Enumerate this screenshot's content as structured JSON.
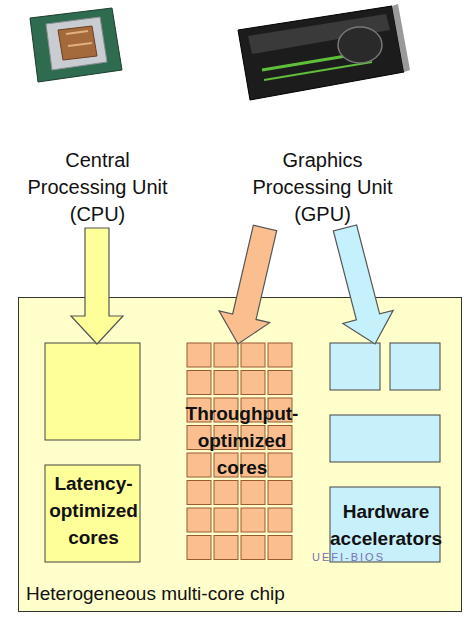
{
  "diagram": {
    "nodes": [
      {
        "text": [
          "Central Processing Unit (CPU)"
        ]
      },
      {
        "text": [
          "Graphics Processing Unit (GPU)"
        ]
      },
      {
        "text": [
          "Heterogeneous multi-core chip"
        ]
      },
      {
        "text": [
          "Latency-optimized cores"
        ],
        "in": 2
      },
      {
        "text": [
          "Throughput-optimized cores"
        ],
        "in": 2
      },
      {
        "text": [
          "Hardware accelerators"
        ],
        "in": 2
      }
    ],
    "edges": [
      {
        "from": 0,
        "to": 3,
        "arrow": "to"
      },
      {
        "from": 1,
        "to": 4,
        "arrow": "to"
      },
      {
        "from": 1,
        "to": 5,
        "arrow": "to"
      }
    ],
    "labels": [
      "UEFI-BIOS"
    ]
  }
}
